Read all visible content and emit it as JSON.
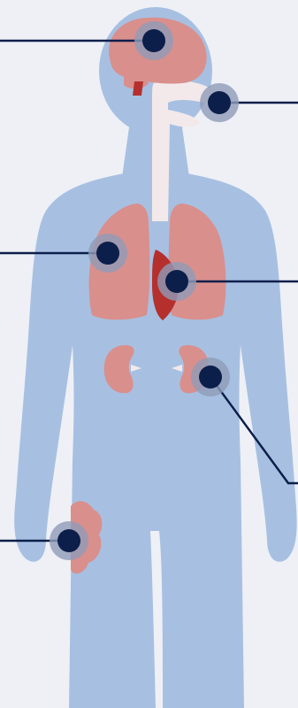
{
  "figure": {
    "subject": "human-body-anatomy",
    "colors": {
      "background": "#eef0f6",
      "body": "#a7c0e2",
      "body_light": "#b4cbe8",
      "airway": "#f3e9ea",
      "organ": "#d98f8c",
      "organ_dark": "#b5302d",
      "marker_ring": "#8f9bb8",
      "marker_dot": "#0c1e4a",
      "callout_line": "#0c1e4a"
    },
    "organs": [
      "brain",
      "cerebellum",
      "brainstem",
      "throat",
      "left-lung",
      "right-lung",
      "heart",
      "left-kidney",
      "right-kidney",
      "skin-lesion"
    ],
    "markers": [
      {
        "name": "brain-marker",
        "target": "brain",
        "callout_side": "left"
      },
      {
        "name": "throat-marker",
        "target": "throat",
        "callout_side": "right"
      },
      {
        "name": "lung-marker",
        "target": "right-lung",
        "callout_side": "left"
      },
      {
        "name": "heart-marker",
        "target": "heart",
        "callout_side": "right"
      },
      {
        "name": "kidney-marker",
        "target": "left-kidney",
        "callout_side": "right"
      },
      {
        "name": "skin-marker",
        "target": "skin-lesion",
        "callout_side": "left"
      }
    ]
  }
}
